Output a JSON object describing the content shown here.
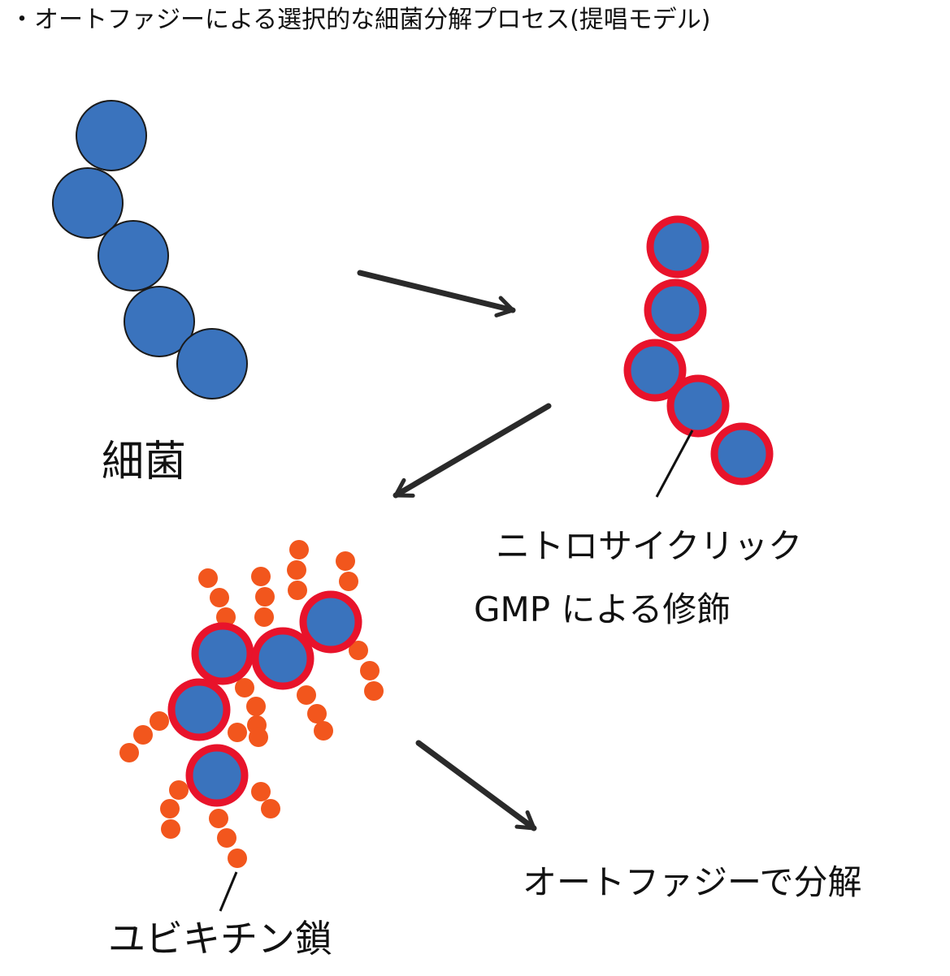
{
  "title": "・オートファジーによる選択的な細菌分解プロセス(提唱モデル)",
  "labels": {
    "bacteria": "細菌",
    "modification_line1": "ニトロサイクリック",
    "modification_line2": "GMP による修飾",
    "autophagy": "オートファジーで分解",
    "ubiquitin": "ユビキチン鎖"
  },
  "colors": {
    "bacteria_fill": "#3a73bd",
    "bacteria_outline": "#1a1a1a",
    "modification_ring": "#e8132b",
    "ubiquitin": "#f2561d",
    "arrow": "#2a2a2a"
  }
}
